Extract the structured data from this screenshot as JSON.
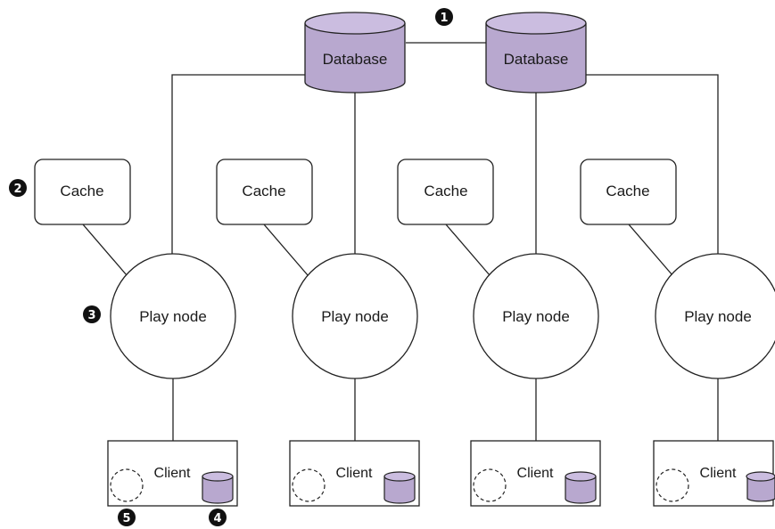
{
  "colors": {
    "db_fill": "#b8a8cf",
    "db_top": "#cbbde0",
    "stroke": "#222222",
    "badge": "#111111"
  },
  "databases": [
    {
      "label": "Database"
    },
    {
      "label": "Database"
    }
  ],
  "caches": [
    {
      "label": "Cache"
    },
    {
      "label": "Cache"
    },
    {
      "label": "Cache"
    },
    {
      "label": "Cache"
    }
  ],
  "play_nodes": [
    {
      "label": "Play node"
    },
    {
      "label": "Play node"
    },
    {
      "label": "Play node"
    },
    {
      "label": "Play node"
    }
  ],
  "clients": [
    {
      "label": "Client"
    },
    {
      "label": "Client"
    },
    {
      "label": "Client"
    },
    {
      "label": "Client"
    }
  ],
  "callouts": [
    "1",
    "2",
    "3",
    "4",
    "5"
  ]
}
